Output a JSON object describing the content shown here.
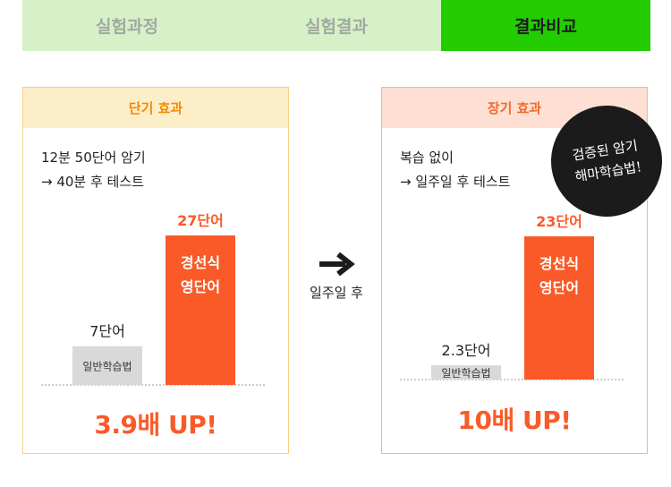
{
  "tabs": [
    {
      "label": "실험과정",
      "active": false
    },
    {
      "label": "실험결과",
      "active": false
    },
    {
      "label": "결과비교",
      "active": true
    }
  ],
  "arrow": {
    "label": "일주일 후"
  },
  "badge": {
    "line1": "검증된 암기",
    "line2": "해마학습법!"
  },
  "colors": {
    "accent": "#fa5a28",
    "general_bar": "#d9d9d9",
    "tab_active": "#22cc00",
    "tab_inactive": "#d6f0c8"
  },
  "chart_data": [
    {
      "type": "bar",
      "title": "단기 효과",
      "description": [
        "12분 50단어 암기",
        "→ 40분 후 테스트"
      ],
      "categories": [
        "일반학습법",
        "경선식 영단어"
      ],
      "category_lines": [
        [
          "일반학습법"
        ],
        [
          "경선식",
          "영단어"
        ]
      ],
      "values": [
        7,
        27
      ],
      "value_labels": [
        "7단어",
        "27단어"
      ],
      "unit": "단어",
      "ylim": [
        0,
        27
      ],
      "result": "3.9배 UP!"
    },
    {
      "type": "bar",
      "title": "장기 효과",
      "description": [
        "복습 없이",
        "→ 일주일 후 테스트"
      ],
      "categories": [
        "일반학습법",
        "경선식 영단어"
      ],
      "category_lines": [
        [
          "일반학습법"
        ],
        [
          "경선식",
          "영단어"
        ]
      ],
      "values": [
        2.3,
        23
      ],
      "value_labels": [
        "2.3단어",
        "23단어"
      ],
      "unit": "단어",
      "ylim": [
        0,
        23
      ],
      "result": "10배 UP!"
    }
  ]
}
